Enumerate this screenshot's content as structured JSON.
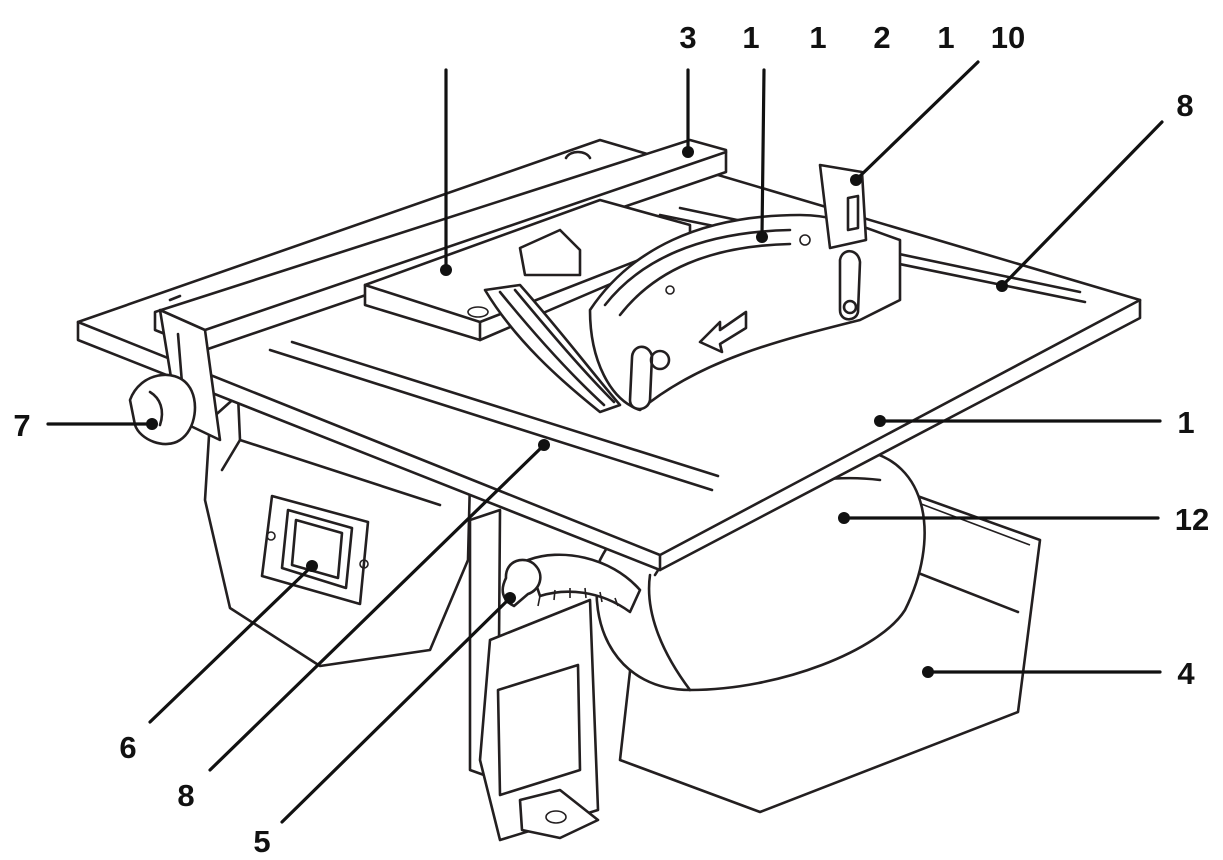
{
  "diagram": {
    "callouts": {
      "top_3": "3",
      "top_1a": "1",
      "top_1b": "1",
      "top_2": "2",
      "top_1c": "1",
      "top_10": "10",
      "right_8": "8",
      "right_1": "1",
      "right_12": "12",
      "right_4": "4",
      "left_7": "7",
      "bottom_6": "6",
      "bottom_8": "8",
      "bottom_5": "5"
    }
  }
}
